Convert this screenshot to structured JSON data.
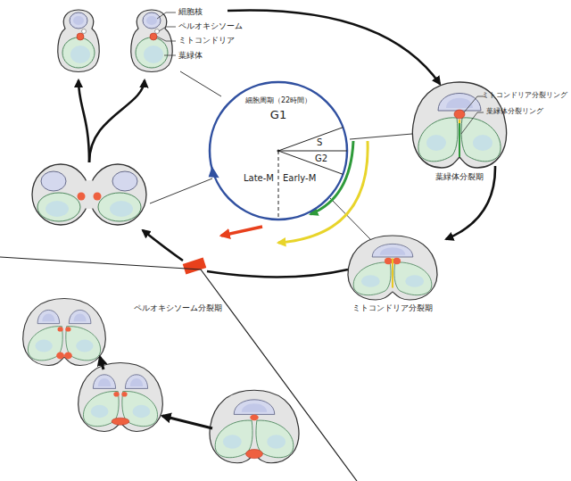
{
  "diagram": {
    "nodes": [
      {
        "text": [
          "細胞周期（22時間）",
          "G1",
          "S",
          "G2",
          "Late-M",
          "Early-M"
        ]
      },
      {
        "text": [
          "ペルオキシソーム分裂期"
        ]
      }
    ],
    "labels": [
      "細胞核",
      "ペルオキシソーム",
      "ミトコンドリア",
      "葉緑体",
      "ミトコンドリア分裂リング",
      "葉緑体分裂リング",
      "葉緑体分裂期",
      "ミトコンドリア分裂期"
    ]
  }
}
